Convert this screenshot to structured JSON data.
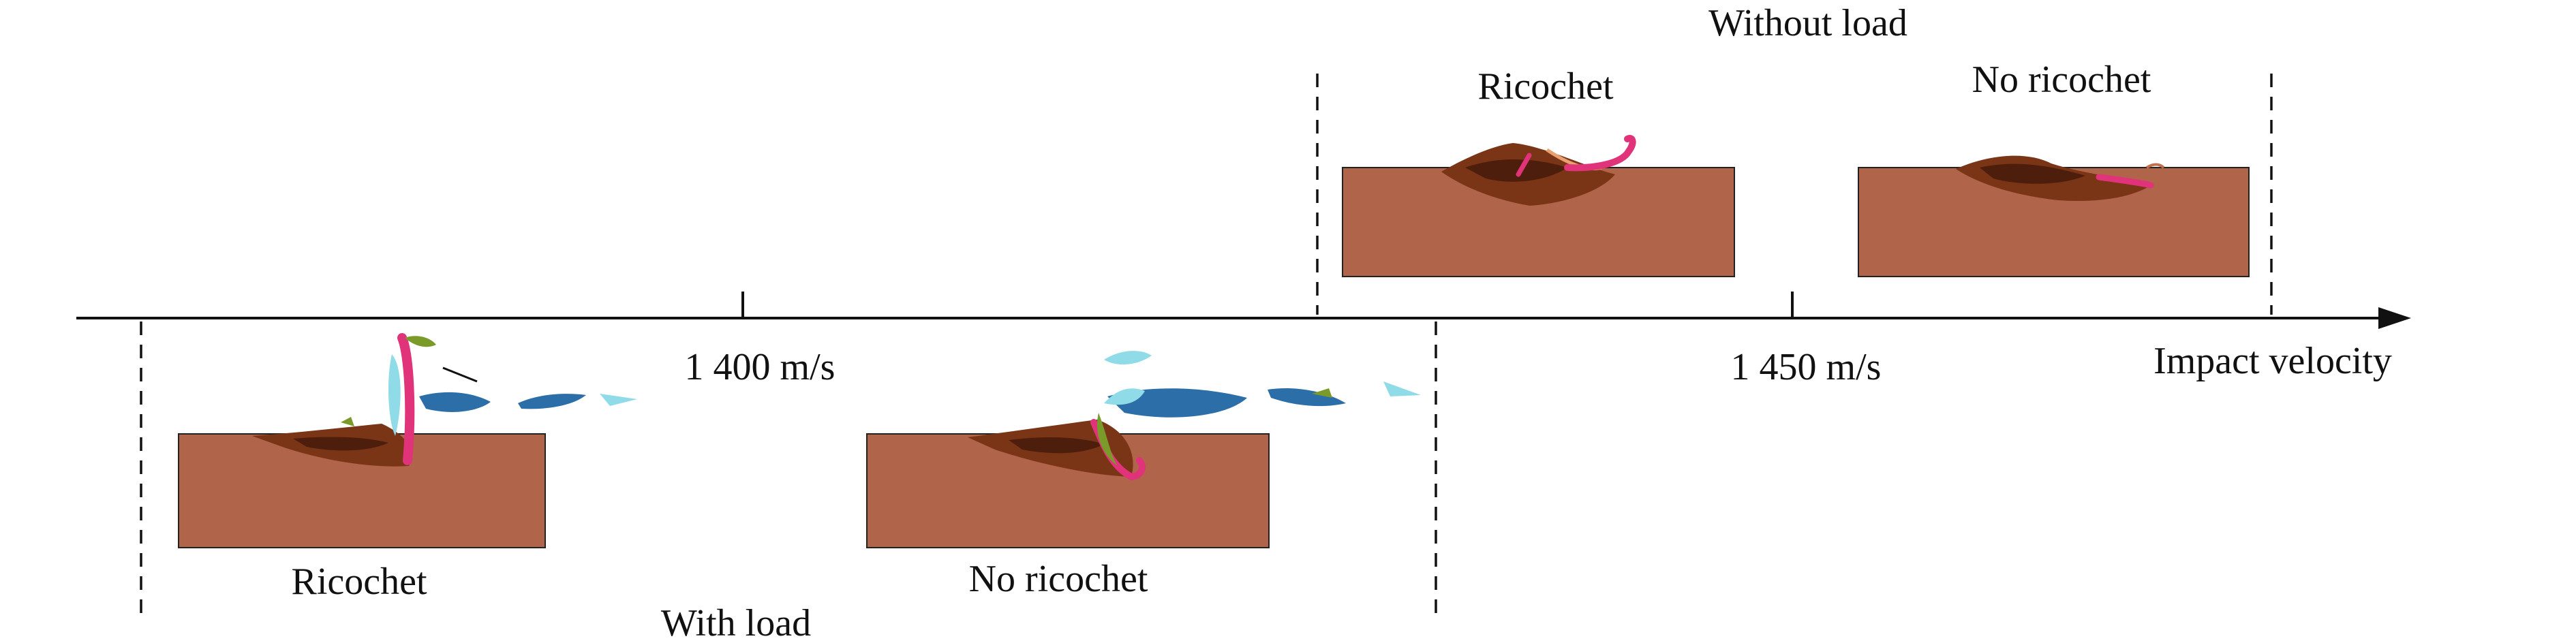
{
  "axis": {
    "label": "Impact velocity",
    "ticks": [
      "1 400 m/s",
      "1 450 m/s"
    ]
  },
  "groups": {
    "without_load": {
      "title": "Without load",
      "cases": [
        "Ricochet",
        "No ricochet"
      ]
    },
    "with_load": {
      "title": "With load",
      "cases": [
        "Ricochet",
        "No ricochet"
      ]
    }
  },
  "colors": {
    "target_block": "#b0644a",
    "crater_dark": "#5a2410",
    "crater_mid": "#8a3c1e",
    "projectile_pink": "#e0337a",
    "fragment_cyan": "#8fdbe8",
    "fragment_blue": "#2c6fa8",
    "fragment_green": "#7a9a2a",
    "axis_line": "#111111"
  },
  "icons": [
    "axis-arrow-icon",
    "fragment-debris-icon"
  ]
}
